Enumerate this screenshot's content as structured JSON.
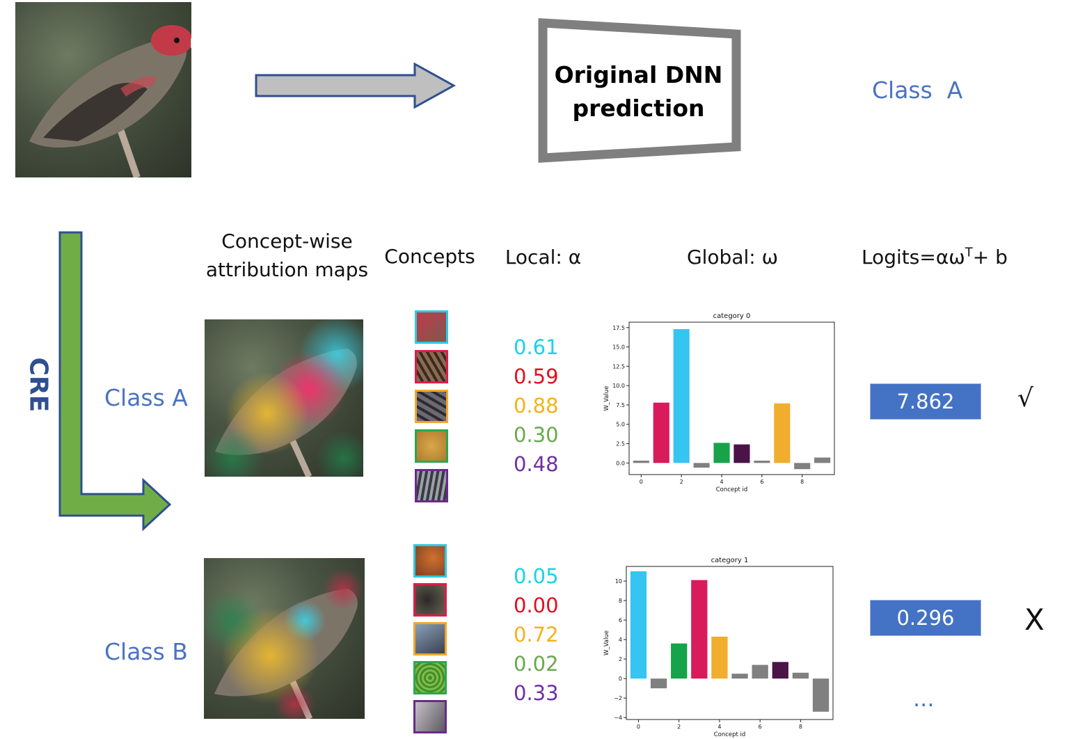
{
  "top": {
    "box_line1": "Original DNN",
    "box_line2": "prediction",
    "predicted_class": "Class  A"
  },
  "cre_label": "CRE",
  "headers": {
    "attr_maps_line1": "Concept-wise",
    "attr_maps_line2": "attribution maps",
    "concepts": "Concepts",
    "local": "Local: α",
    "global": "Global: ω",
    "logits": "Logits=αω",
    "logits_sup": "T",
    "logits_tail": "+ b"
  },
  "rows": [
    {
      "class_label": "Class A",
      "alphas": [
        "0.61",
        "0.59",
        "0.88",
        "0.30",
        "0.48"
      ],
      "logit": "7.862",
      "mark": "√"
    },
    {
      "class_label": "Class B",
      "alphas": [
        "0.05",
        "0.00",
        "0.72",
        "0.02",
        "0.33"
      ],
      "logit": "0.296",
      "mark": "X"
    }
  ],
  "ellipsis": "...",
  "concept_colors": [
    "#2ec8e6",
    "#e01b4a",
    "#f2a72a",
    "#2aa84e",
    "#6a2a8c"
  ],
  "alpha_colors": [
    "#17d3e8",
    "#e0101e",
    "#f5b21a",
    "#6aa84f",
    "#7030a0"
  ],
  "chart_data": [
    {
      "type": "bar",
      "title": "category 0",
      "xlabel": "Concept id",
      "ylabel": "W_Value",
      "x": [
        0,
        1,
        2,
        3,
        4,
        5,
        6,
        7,
        8,
        9
      ],
      "values": [
        0.3,
        7.8,
        17.3,
        -0.6,
        2.6,
        2.4,
        0.3,
        7.7,
        -0.8,
        0.7
      ],
      "colors": [
        "#808080",
        "#d81b5a",
        "#35c5f0",
        "#808080",
        "#16a34a",
        "#4a1448",
        "#808080",
        "#f0ad2e",
        "#808080",
        "#808080"
      ],
      "ylim": [
        -1.5,
        18.2
      ],
      "yticks": [
        "0.0",
        "2.5",
        "5.0",
        "7.5",
        "10.0",
        "12.5",
        "15.0",
        "17.5"
      ],
      "xticks": [
        "0",
        "2",
        "4",
        "6",
        "8"
      ]
    },
    {
      "type": "bar",
      "title": "category 1",
      "xlabel": "Concept id",
      "ylabel": "W_Value",
      "x": [
        0,
        1,
        2,
        3,
        4,
        5,
        6,
        7,
        8,
        9
      ],
      "values": [
        11.0,
        -1.0,
        3.6,
        10.1,
        4.3,
        0.5,
        1.4,
        1.7,
        0.6,
        -3.4
      ],
      "colors": [
        "#35c5f0",
        "#808080",
        "#16a34a",
        "#d81b5a",
        "#f0ad2e",
        "#808080",
        "#808080",
        "#4a1448",
        "#808080",
        "#808080"
      ],
      "ylim": [
        -4.2,
        11.5
      ],
      "yticks": [
        "−4",
        "−2",
        "0",
        "2",
        "4",
        "6",
        "8",
        "10"
      ],
      "xticks": [
        "0",
        "2",
        "4",
        "6",
        "8"
      ]
    }
  ]
}
